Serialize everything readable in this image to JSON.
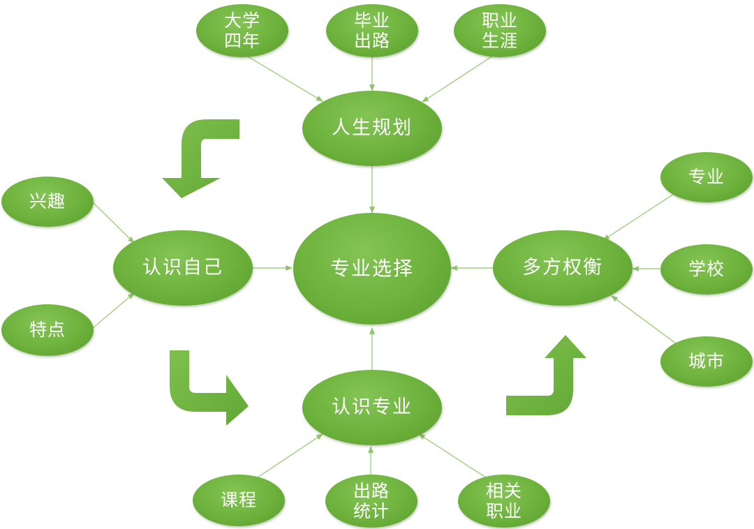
{
  "center": {
    "label": "专业选择"
  },
  "hubs": {
    "life_planning": {
      "label": "人生规划"
    },
    "know_yourself": {
      "label": "认识自己"
    },
    "know_major": {
      "label": "认识专业"
    },
    "weigh_options": {
      "label": "多方权衡"
    }
  },
  "leaves": {
    "four_years": {
      "label": "大学\n四年"
    },
    "graduation_path": {
      "label": "毕业\n出路"
    },
    "career": {
      "label": "职业\n生涯"
    },
    "interest": {
      "label": "兴趣"
    },
    "traits": {
      "label": "特点"
    },
    "courses": {
      "label": "课程"
    },
    "path_stats": {
      "label": "出路\n统计"
    },
    "related_jobs": {
      "label": "相关\n职业"
    },
    "major": {
      "label": "专业"
    },
    "school": {
      "label": "学校"
    },
    "city": {
      "label": "城市"
    }
  },
  "colors": {
    "node_fill": "#6db23c",
    "node_text": "#ffffff",
    "connector": "#9fcf82",
    "flow_arrow": "#6db23c"
  }
}
